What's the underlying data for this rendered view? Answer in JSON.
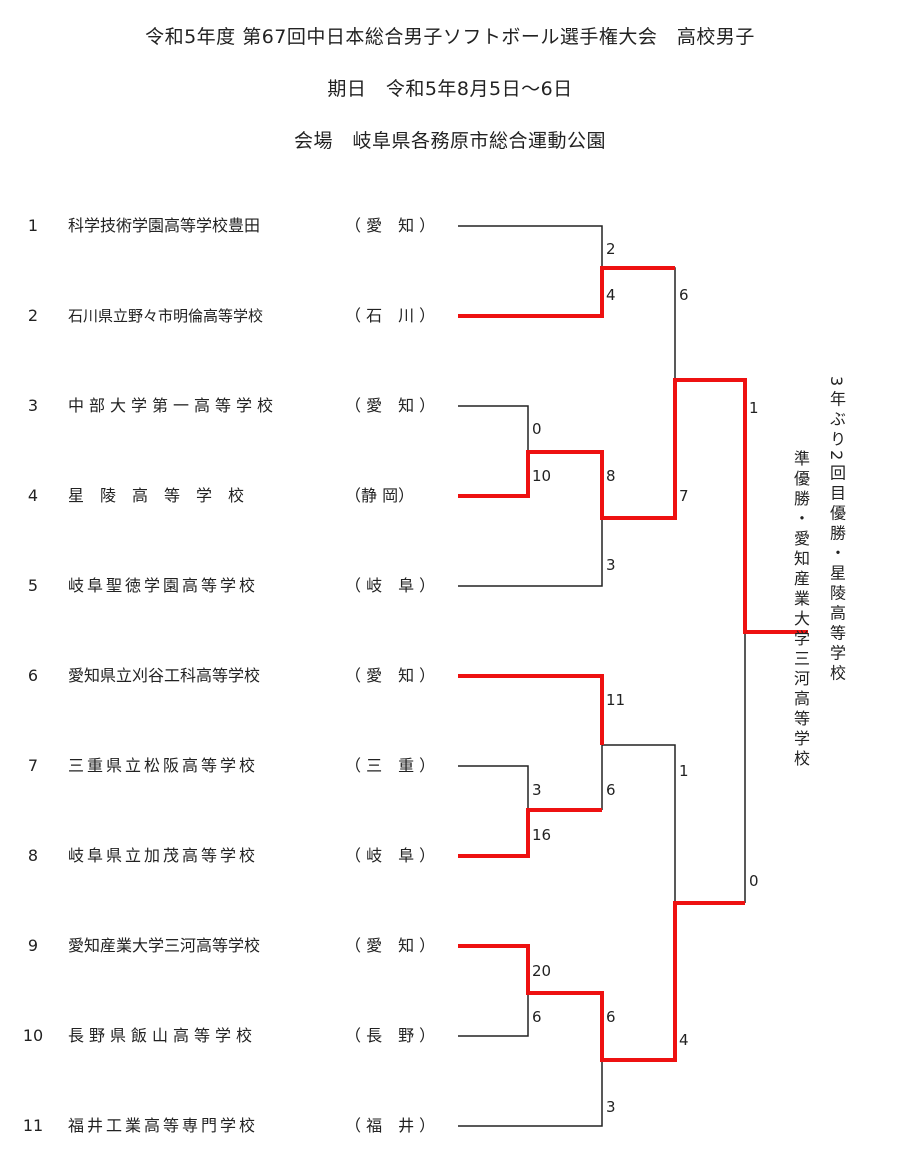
{
  "header": {
    "title": "令和5年度 第67回中日本総合男子ソフトボール選手権大会　高校男子",
    "date": "期日　令和5年8月5日～6日",
    "venue": "会場　岐阜県各務原市総合運動公園"
  },
  "teams": [
    {
      "seed": "1",
      "school": "科学技術学園高等学校豊田",
      "pref": "（ 愛　知 ）"
    },
    {
      "seed": "2",
      "school": "石川県立野々市明倫高等学校",
      "pref": "（ 石　川 ）"
    },
    {
      "seed": "3",
      "school": "中部大学第一高等学校",
      "pref": "（ 愛　知 ）"
    },
    {
      "seed": "4",
      "school": "星　陵　高　等　学　校",
      "pref": "（静 岡）"
    },
    {
      "seed": "5",
      "school": "岐阜聖徳学園高等学校",
      "pref": "（ 岐　阜 ）"
    },
    {
      "seed": "6",
      "school": "愛知県立刈谷工科高等学校",
      "pref": "（ 愛　知 ）"
    },
    {
      "seed": "7",
      "school": "三重県立松阪高等学校",
      "pref": "（ 三　重 ）"
    },
    {
      "seed": "8",
      "school": "岐阜県立加茂高等学校",
      "pref": "（ 岐　阜 ）"
    },
    {
      "seed": "9",
      "school": "愛知産業大学三河高等学校",
      "pref": "（ 愛　知 ）"
    },
    {
      "seed": "10",
      "school": "長野県飯山高等学校",
      "pref": "（ 長　野 ）"
    },
    {
      "seed": "11",
      "school": "福井工業高等専門学校",
      "pref": "（ 福　井 ）"
    }
  ],
  "scores": {
    "s1": "2",
    "s2": "4",
    "s3": "0",
    "s4": "10",
    "s5": "8",
    "s6": "3",
    "s7": "6",
    "s8": "7",
    "s9": "11",
    "s10": "3",
    "s11": "16",
    "s12": "6",
    "s13": "1",
    "s14": "20",
    "s15": "6",
    "s16": "6",
    "s17": "3",
    "s18": "4",
    "s19": "1",
    "s20": "0"
  },
  "notes": {
    "champion": "3年ぶり2回目優勝・星陵高等学校",
    "runner_up": "準優勝・愛知産業大学三河高等学校"
  },
  "colors": {
    "win_line": "#ee1111",
    "line": "#222222"
  }
}
